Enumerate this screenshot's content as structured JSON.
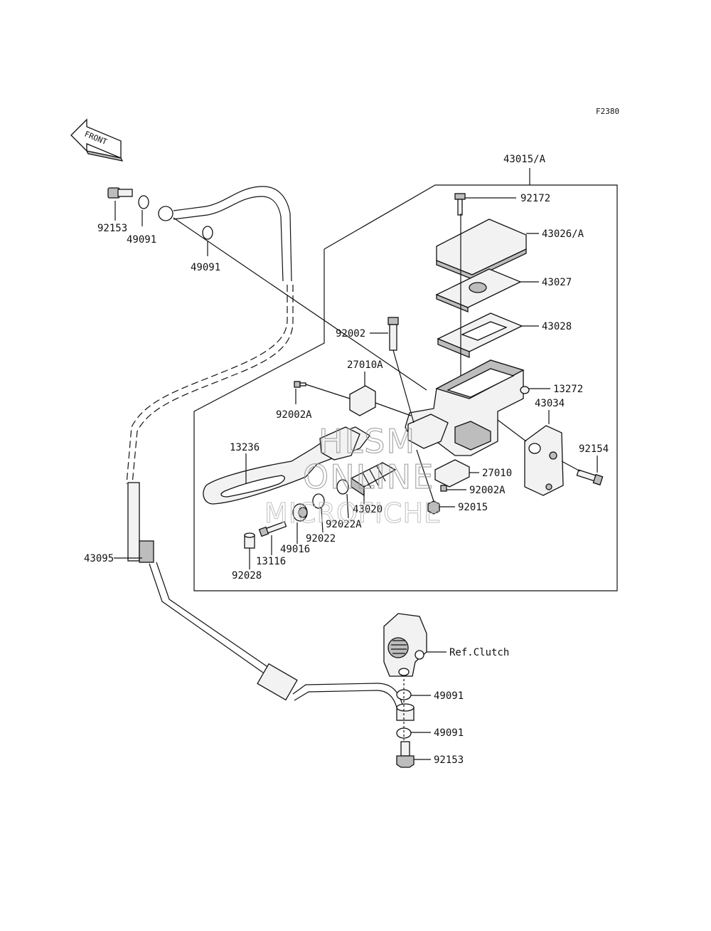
{
  "figure_code": "F2380",
  "front_label": "FRONT",
  "watermark": {
    "line1": "HLSM",
    "line2": "ONLINE",
    "line3": "MICROFICHE"
  },
  "parts": {
    "p43015A": "43015/A",
    "p92172": "92172",
    "p43026A": "43026/A",
    "p43027": "43027",
    "p43028": "43028",
    "p92002": "92002",
    "p27010A": "27010A",
    "p92002A_top": "92002A",
    "p13272": "13272",
    "p43034": "43034",
    "p92154": "92154",
    "p13236": "13236",
    "p27010": "27010",
    "p92002A_bot": "92002A",
    "p92015": "92015",
    "p43020": "43020",
    "p92022A": "92022A",
    "p92022": "92022",
    "p49016": "49016",
    "p13116": "13116",
    "p92028": "92028",
    "p43095": "43095",
    "p92153_top": "92153",
    "p49091_top1": "49091",
    "p49091_top2": "49091",
    "ref_clutch": "Ref.Clutch",
    "p49091_bot1": "49091",
    "p49091_bot2": "49091",
    "p92153_bot": "92153"
  }
}
